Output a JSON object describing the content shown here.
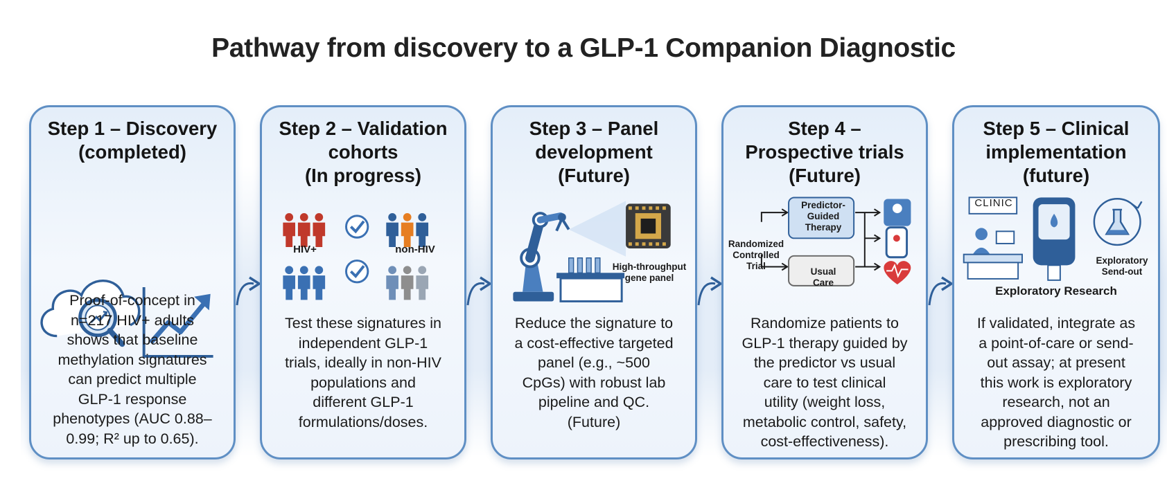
{
  "title": "Pathway from discovery to a GLP-1 Companion Diagnostic",
  "colors": {
    "panel_border": "#5f8fc4",
    "panel_fill": "#eaf2fb",
    "icon_blue": "#2f5f99",
    "people_red": "#c0392b",
    "people_orange": "#e67e22",
    "heart_red": "#d93b3b"
  },
  "steps": [
    {
      "heading": [
        "Step 1 – Discovery",
        "(completed)"
      ],
      "body": [
        "Proof-of-concept in",
        "n=217 HIV+ adults",
        "shows that baseline",
        "methylation signatures",
        "can predict multiple",
        "GLP-1 response",
        "phenotypes (AUC 0.88–",
        "0.99; R² up to 0.65)."
      ],
      "icons": [
        "cloud-icon",
        "magnifier-icon",
        "rising-chart-icon"
      ]
    },
    {
      "heading": [
        "Step 2 – Validation",
        "cohorts",
        "(In progress)"
      ],
      "body": [
        "Test these signatures in",
        "independent GLP-1",
        "trials, ideally in non-HIV",
        "populations and",
        "different GLP-1",
        "formulations/doses."
      ],
      "labels": {
        "group_a": "HIV+",
        "group_b": "non-HIV"
      },
      "icons": [
        "people-icon",
        "checkmark-icon"
      ]
    },
    {
      "heading": [
        "Step 3 – Panel",
        "development",
        "(Future)"
      ],
      "body": [
        "Reduce the signature to",
        "a cost-effective targeted",
        "panel (e.g., ~500",
        "CpGs) with robust lab",
        "pipeline and QC.",
        "(Future)"
      ],
      "labels": {
        "panel": [
          "High-throughput",
          "gene panel"
        ]
      },
      "icons": [
        "robot-arm-icon",
        "chip-icon",
        "test-tubes-icon"
      ]
    },
    {
      "heading": [
        "Step 4 –",
        "Prospective trials",
        "(Future)"
      ],
      "body": [
        "Randomize patients to",
        "GLP-1 therapy guided by",
        "the predictor vs usual",
        "care to test clinical",
        "utility (weight loss,",
        "metabolic control, safety,",
        "cost-effectiveness)."
      ],
      "labels": {
        "trial": [
          "Randomized",
          "Controlled",
          "Trial"
        ],
        "arm_a": [
          "Predictor-",
          "Guided",
          "Therapy"
        ],
        "arm_b": [
          "Usual",
          "Care"
        ]
      },
      "icons": [
        "scale-icon",
        "glucose-meter-icon",
        "heart-icon"
      ]
    },
    {
      "heading": [
        "Step 5 – Clinical",
        "implementation",
        "(future)"
      ],
      "body": [
        "If validated, integrate as",
        "a point-of-care or send-",
        "out assay; at present",
        "this work is exploratory",
        "research, not an",
        "approved diagnostic or",
        "prescribing tool."
      ],
      "labels": {
        "clinic": "CLINIC",
        "sendout": [
          "Exploratory",
          "Send-out"
        ],
        "caption": "Exploratory Research"
      },
      "icons": [
        "clinic-icon",
        "glucose-meter-icon",
        "flask-icon"
      ]
    }
  ]
}
